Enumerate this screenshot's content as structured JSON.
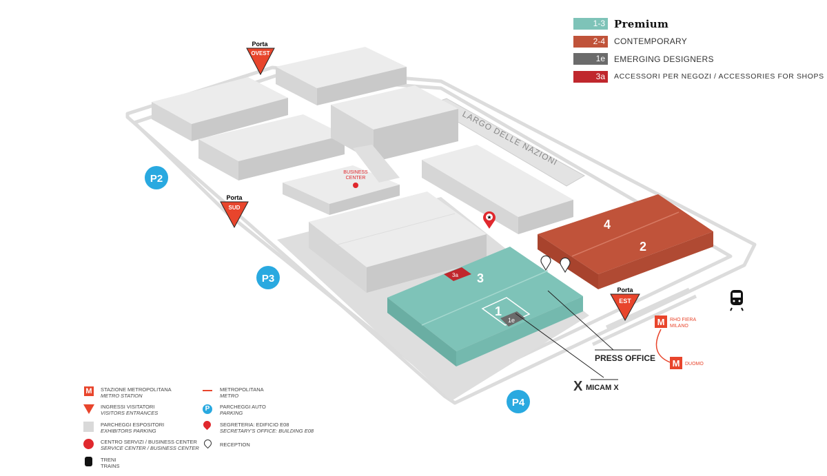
{
  "legend": [
    {
      "code": "1-3",
      "label": "Premium",
      "color": "#7ec3b8"
    },
    {
      "code": "2-4",
      "label": "CONTEMPORARY",
      "color": "#c0533a"
    },
    {
      "code": "1e",
      "label": "EMERGING DESIGNERS",
      "color": "#6b6b6b"
    },
    {
      "code": "3a",
      "label": "ACCESSORI PER NEGOZI / ACCESSORIES FOR SHOPS",
      "color": "#c0272d"
    }
  ],
  "map": {
    "halls": {
      "h1": "1",
      "h1e": "1e",
      "h2": "2",
      "h3": "3",
      "h3a": "3a",
      "h4": "4"
    },
    "street": "LARGO DELLE NAZIONI",
    "business_center": [
      "BUSINESS",
      "CENTER"
    ],
    "gates": [
      {
        "top": "Porta",
        "name": "OVEST"
      },
      {
        "top": "Porta",
        "name": "SUD"
      },
      {
        "top": "Porta",
        "name": "EST"
      }
    ],
    "parkings": [
      "P2",
      "P3",
      "P4"
    ],
    "press_office": "PRESS OFFICE",
    "micam": "MICAM X",
    "metro_stations": [
      {
        "line1": "RHO FIERA",
        "line2": "MILANO"
      },
      {
        "line1": "DUOMO",
        "line2": ""
      }
    ]
  },
  "key": [
    {
      "it": "STAZIONE METROPOLITANA",
      "en": "METRO STATION",
      "icon": "metro-icon"
    },
    {
      "it": "INGRESSI VISITATORI",
      "en": "VISITORS ENTRANCES",
      "icon": "entrance-icon"
    },
    {
      "it": "PARCHEGGI ESPOSITORI",
      "en": "EXHIBITORS PARKING",
      "icon": "exhibitor-parking-icon"
    },
    {
      "it": "CENTRO SERVIZI / BUSINESS CENTER",
      "en": "SERVICE CENTER / BUSINESS CENTER",
      "icon": "service-center-icon"
    },
    {
      "it": "TRENI",
      "en": "TRAINS",
      "icon": "train-icon"
    },
    {
      "it": "METROPOLITANA",
      "en": "METRO",
      "icon": "metro-line-icon"
    },
    {
      "it": "PARCHEGGI AUTO",
      "en": "PARKING",
      "icon": "parking-icon"
    },
    {
      "it": "SEGRETERIA: EDIFICIO E08",
      "en": "SECRETARY'S OFFICE: BUILDING E08",
      "icon": "secretary-icon"
    },
    {
      "it": "RECEPTION",
      "en": "",
      "icon": "reception-icon"
    }
  ],
  "colors": {
    "teal": "#7ec3b8",
    "red": "#c0533a",
    "accent": "#e8452c",
    "parking": "#29a9e0"
  }
}
